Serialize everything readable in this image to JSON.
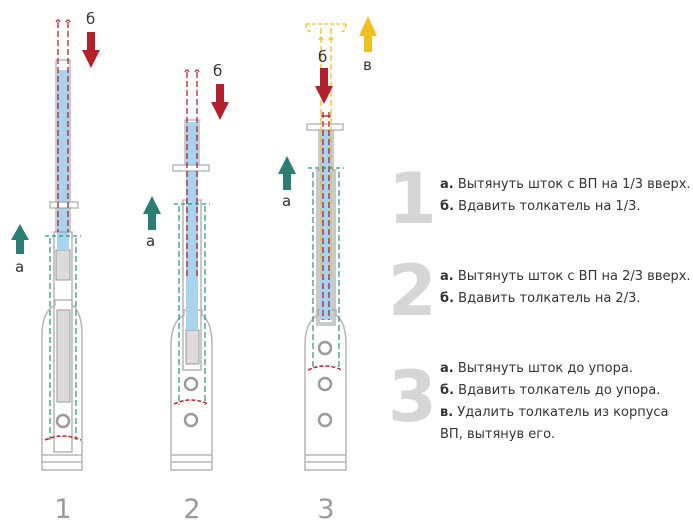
{
  "figures": [
    {
      "number": "1",
      "label_a": "а",
      "label_b": "б"
    },
    {
      "number": "2",
      "label_a": "а",
      "label_b": "б"
    },
    {
      "number": "3",
      "label_a": "а",
      "label_b": "б",
      "label_c": "в"
    }
  ],
  "steps": [
    {
      "big": "1",
      "lines": [
        {
          "key": "а.",
          "text": "Вытянуть шток с ВП на 1/3 вверх."
        },
        {
          "key": "б.",
          "text": "Вдавить толкатель на 1/3."
        }
      ]
    },
    {
      "big": "2",
      "lines": [
        {
          "key": "а.",
          "text": "Вытянуть шток с ВП на 2/3 вверх."
        },
        {
          "key": "б.",
          "text": "Вдавить толкатель на 2/3."
        }
      ]
    },
    {
      "big": "3",
      "lines": [
        {
          "key": "а.",
          "text": "Вытянуть шток до упора."
        },
        {
          "key": "б.",
          "text": "Вдавить толкатель до упора."
        },
        {
          "key": "в.",
          "text": "Удалить толкатель из корпуса"
        },
        {
          "key": "",
          "text": "ВП, вытянув его."
        }
      ]
    }
  ],
  "colors": {
    "arrow_a": "#2a7f72",
    "arrow_b": "#b5202e",
    "arrow_c": "#f0c020",
    "liquid": "#a9d3ee",
    "outline": "#b5b5b5",
    "dash_teal": "#2a9080",
    "dash_red": "#b5202e",
    "bignum": "#d6d6d6",
    "fignum": "#9a9a9a"
  }
}
